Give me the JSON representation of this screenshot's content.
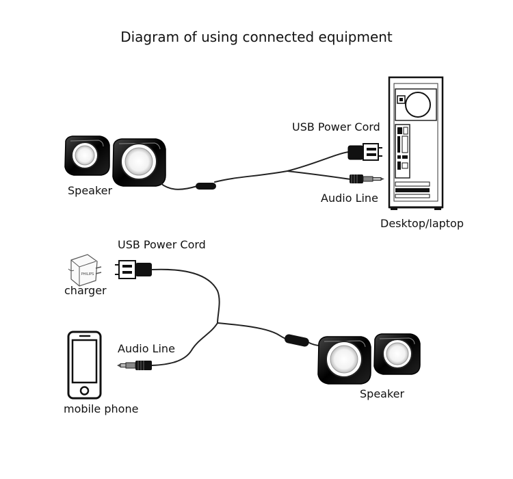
{
  "title": "Diagram of using connected equipment",
  "top_section": {
    "speaker_label": "Speaker",
    "usb_label": "USB Power Cord",
    "audio_label": "Audio Line",
    "computer_label": "Desktop/laptop"
  },
  "bottom_section": {
    "usb_label": "USB Power Cord",
    "charger_label": "charger",
    "charger_brand": "PHILIPS",
    "audio_label": "Audio Line",
    "phone_label": "mobile phone",
    "speaker_label": "Speaker"
  }
}
